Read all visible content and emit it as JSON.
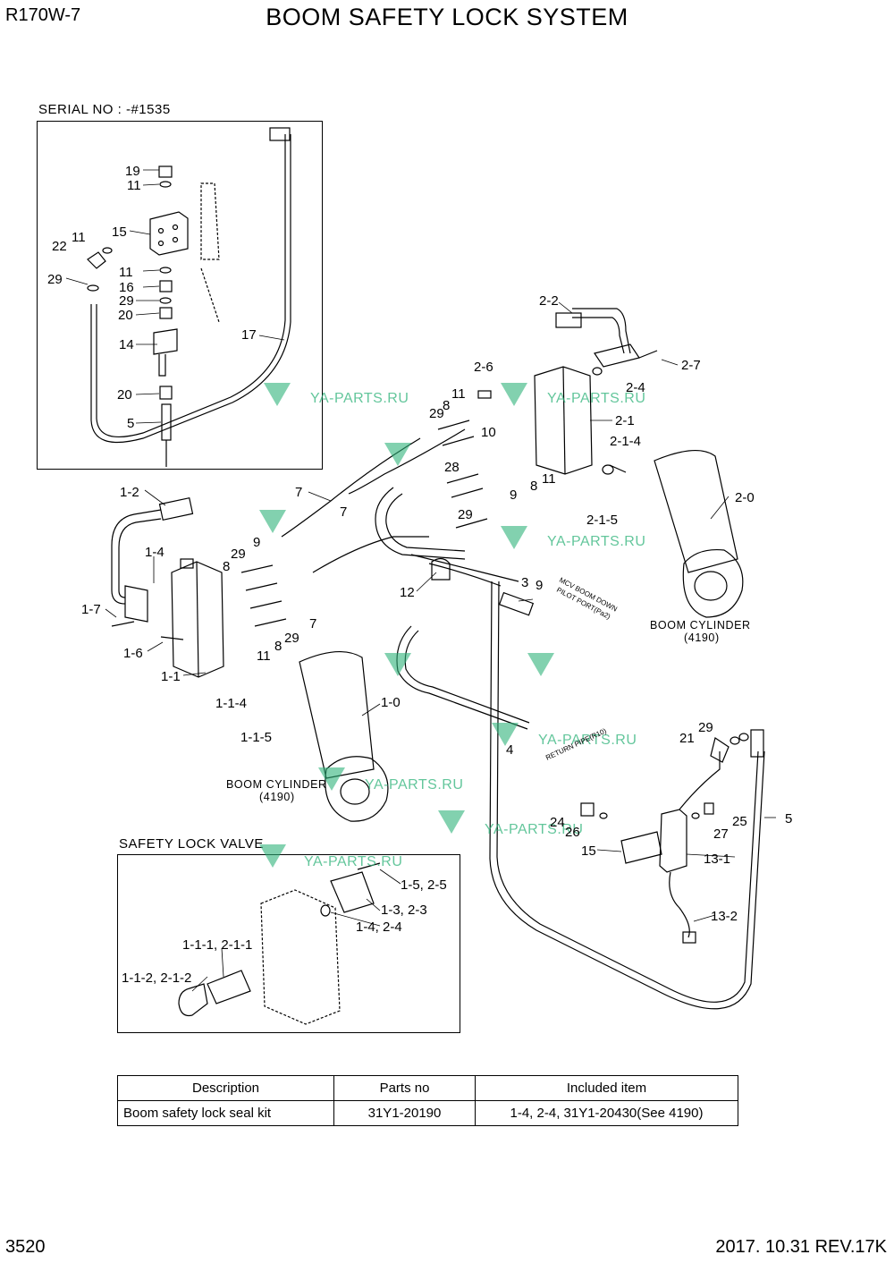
{
  "header": {
    "model": "R170W-7",
    "title": "BOOM SAFETY LOCK SYSTEM"
  },
  "insets": {
    "serial": "SERIAL NO : -#1535",
    "valve": "SAFETY LOCK VALVE"
  },
  "labels": {
    "cylinder_right": "BOOM CYLINDER",
    "cylinder_right_ref": "(4190)",
    "cylinder_left": "BOOM CYLINDER",
    "cylinder_left_ref": "(4190)",
    "mcv_note_1": "MCV BOOM DOWN",
    "mcv_note_2": "PILOT PORT(Pa2)",
    "return_note": "RETURN PIPE(R10)"
  },
  "watermark": {
    "text": "YA-PARTS.RU",
    "color": "#2fb37a"
  },
  "callouts": {
    "serial": [
      "19",
      "11",
      "15",
      "11",
      "22",
      "29",
      "11",
      "16",
      "29",
      "20",
      "14",
      "20",
      "5",
      "17"
    ],
    "main": [
      "2-2",
      "2-7",
      "2-4",
      "2-6",
      "11",
      "29",
      "8",
      "2-1",
      "10",
      "2-1-4",
      "28",
      "8",
      "11",
      "9",
      "29",
      "2-1-5",
      "2-0",
      "7",
      "7",
      "1-2",
      "1-4",
      "29",
      "9",
      "8",
      "12",
      "3",
      "9",
      "1-7",
      "7",
      "1-6",
      "29",
      "8",
      "11",
      "1-1",
      "1-1-4",
      "1-1-5",
      "1-0",
      "4",
      "29",
      "21",
      "5",
      "24",
      "26",
      "25",
      "27",
      "15",
      "13-1",
      "13-2"
    ],
    "valve": [
      "1-5, 2-5",
      "1-3, 2-3",
      "1-4, 2-4",
      "1-1-1, 2-1-1",
      "1-1-2, 2-1-2"
    ]
  },
  "table": {
    "headers": [
      "Description",
      "Parts no",
      "Included item"
    ],
    "rows": [
      [
        "Boom safety lock seal kit",
        "31Y1-20190",
        "1-4, 2-4, 31Y1-20430(See 4190)"
      ]
    ]
  },
  "footer": {
    "page_number": "3520",
    "revision": "2017. 10.31  REV.17K"
  }
}
